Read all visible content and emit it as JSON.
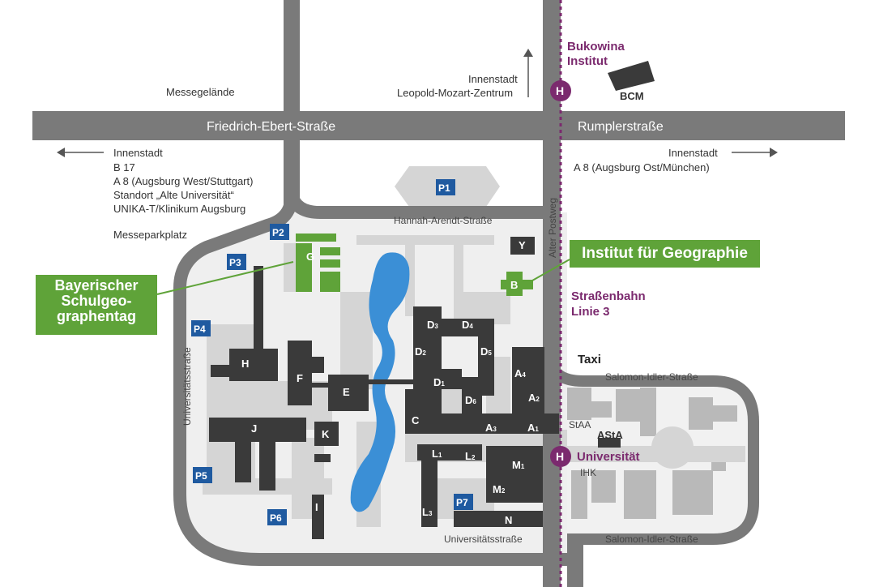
{
  "streets": {
    "friedrich_ebert": "Friedrich-Ebert-Straße",
    "rumpler": "Rumplerstraße",
    "hannah_arendt": "Hannah-Arendt-Straße",
    "alter_postweg": "Alter Postweg",
    "universitaetsstrasse_left": "Universitätsstraße",
    "universitaetsstrasse_bottom": "Universitätsstraße",
    "salomon_idler_top": "Salomon-Idler-Straße",
    "salomon_idler_bottom": "Salomon-Idler-Straße"
  },
  "labels": {
    "messegelaende": "Messegelände",
    "innenstadt_top_1": "Innenstadt",
    "innenstadt_top_2": "Leopold-Mozart-Zentrum",
    "left_dir": [
      "Innenstadt",
      "B 17",
      "A 8 (Augsburg West/Stuttgart)",
      "Standort „Alte Universität“",
      "UNIKA-T/Klinikum Augsburg"
    ],
    "messeparkplatz": "Messeparkplatz",
    "right_dir": [
      "Innenstadt",
      "A 8 (Augsburg Ost/München)"
    ],
    "bukowina": [
      "Bukowina",
      "Institut"
    ],
    "bcm": "BCM",
    "strassenbahn": [
      "Straßenbahn",
      "Linie 3"
    ],
    "taxi": "Taxi",
    "universitaet": "Universität",
    "stop_symbol": "H",
    "staa": "StAA",
    "asta": "AStA",
    "ihk": "IHK"
  },
  "parking": [
    "P1",
    "P2",
    "P3",
    "P4",
    "P5",
    "P6",
    "P7"
  ],
  "buildings": {
    "G": "G",
    "B": "B",
    "Y": "Y",
    "H": "H",
    "F": "F",
    "E": "E",
    "J": "J",
    "K": "K",
    "I": "I",
    "C": "C",
    "N": "N",
    "D1": [
      "D",
      "1"
    ],
    "D2": [
      "D",
      "2"
    ],
    "D3": [
      "D",
      "3"
    ],
    "D4": [
      "D",
      "4"
    ],
    "D5": [
      "D",
      "5"
    ],
    "D6": [
      "D",
      "6"
    ],
    "A1": [
      "A",
      "1"
    ],
    "A2": [
      "A",
      "2"
    ],
    "A3": [
      "A",
      "3"
    ],
    "A4": [
      "A",
      "4"
    ],
    "L1": [
      "L",
      "1"
    ],
    "L2": [
      "L",
      "2"
    ],
    "L3": [
      "L",
      "3"
    ],
    "M1": [
      "M",
      "1"
    ],
    "M2": [
      "M",
      "2"
    ]
  },
  "callouts": {
    "geographie": "Institut für Geographie",
    "schulgeo": [
      "Bayerischer",
      "Schulgeo-",
      "graphentag"
    ]
  },
  "colors": {
    "road": "#7a7a7a",
    "campus_path": "#d8d8d8",
    "building": "#3a3a3a",
    "highlight": "#5fa339",
    "parking": "#1f5aa0",
    "tram": "#7b2a6e",
    "lake": "#3b8fd6"
  }
}
